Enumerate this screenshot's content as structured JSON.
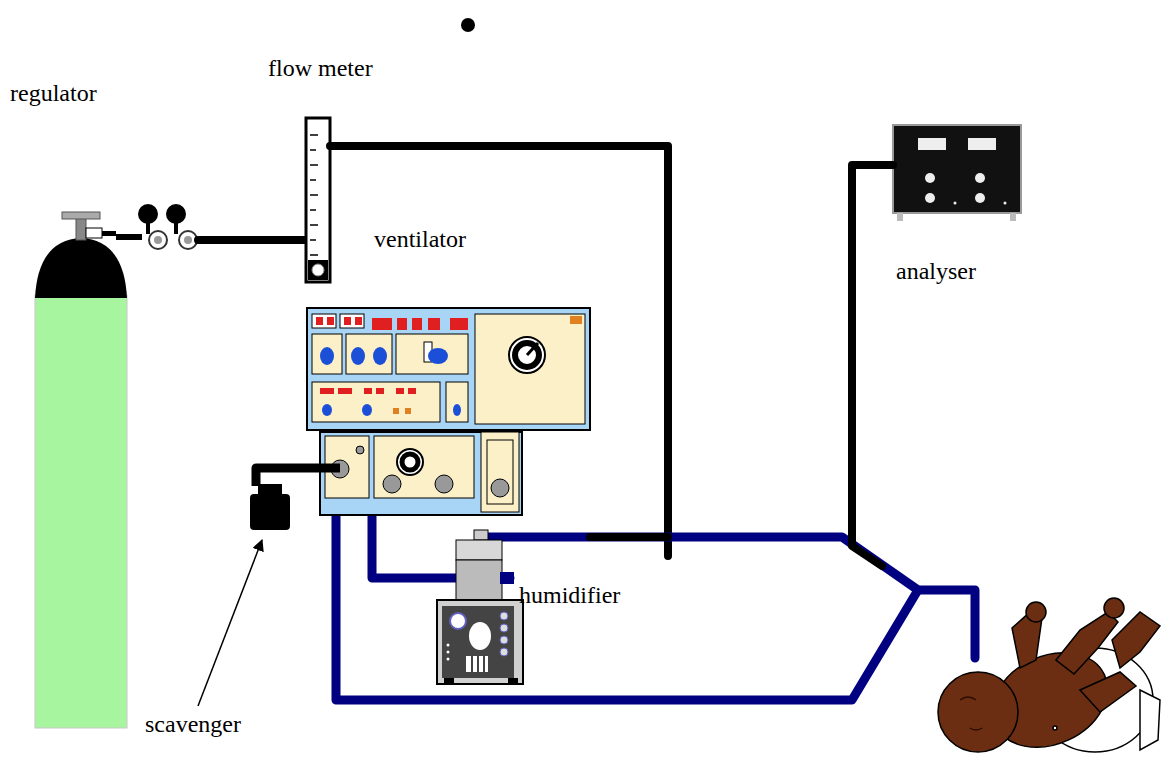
{
  "diagram": {
    "labels": [
      "flow meter",
      "regulator",
      "ventilator",
      "analyser",
      "humidifier",
      "scavenger"
    ]
  }
}
